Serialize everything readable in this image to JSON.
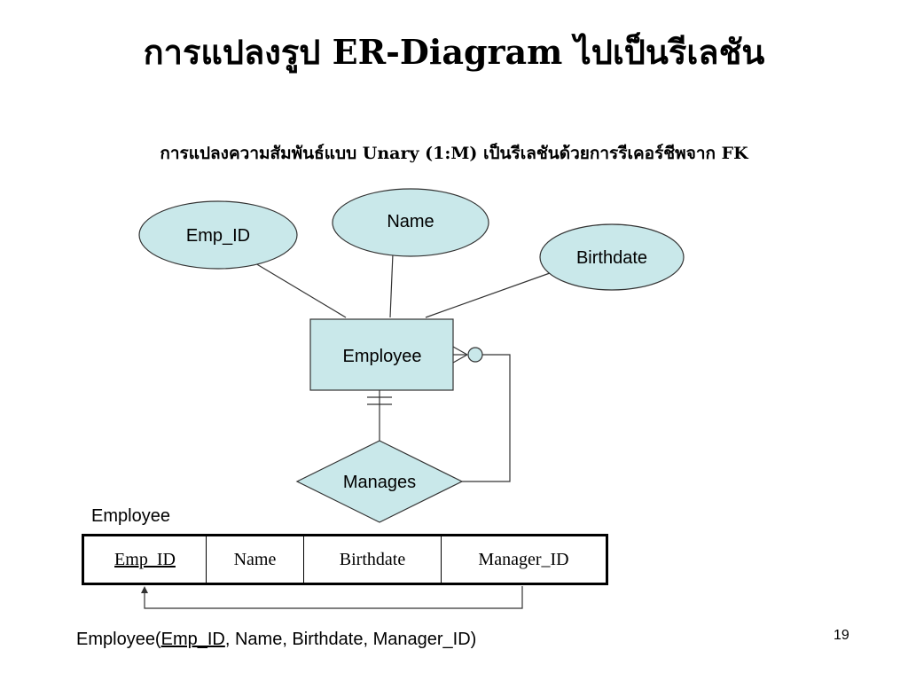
{
  "slide": {
    "title": "การแปลงรูป ER-Diagram ไปเป็นรีเลชัน",
    "subtitle": "การแปลงความสัมพันธ์แบบ Unary (1:M) เป็นรีเลชันด้วยการรีเคอร์ชีพจาก FK",
    "page_number": "19"
  },
  "colors": {
    "shape_fill": "#c9e8ea",
    "stroke": "#333333"
  },
  "er": {
    "entity": "Employee",
    "relationship": "Manages",
    "attributes": {
      "emp_id": "Emp_ID",
      "name": "Name",
      "birthdate": "Birthdate"
    }
  },
  "table": {
    "label": "Employee",
    "columns": [
      "Emp_ID",
      "Name",
      "Birthdate",
      "Manager_ID"
    ]
  },
  "schema": {
    "prefix": "Employee(",
    "pk": "Emp_ID",
    "rest": ", Name, Birthdate, Manager_ID)"
  }
}
